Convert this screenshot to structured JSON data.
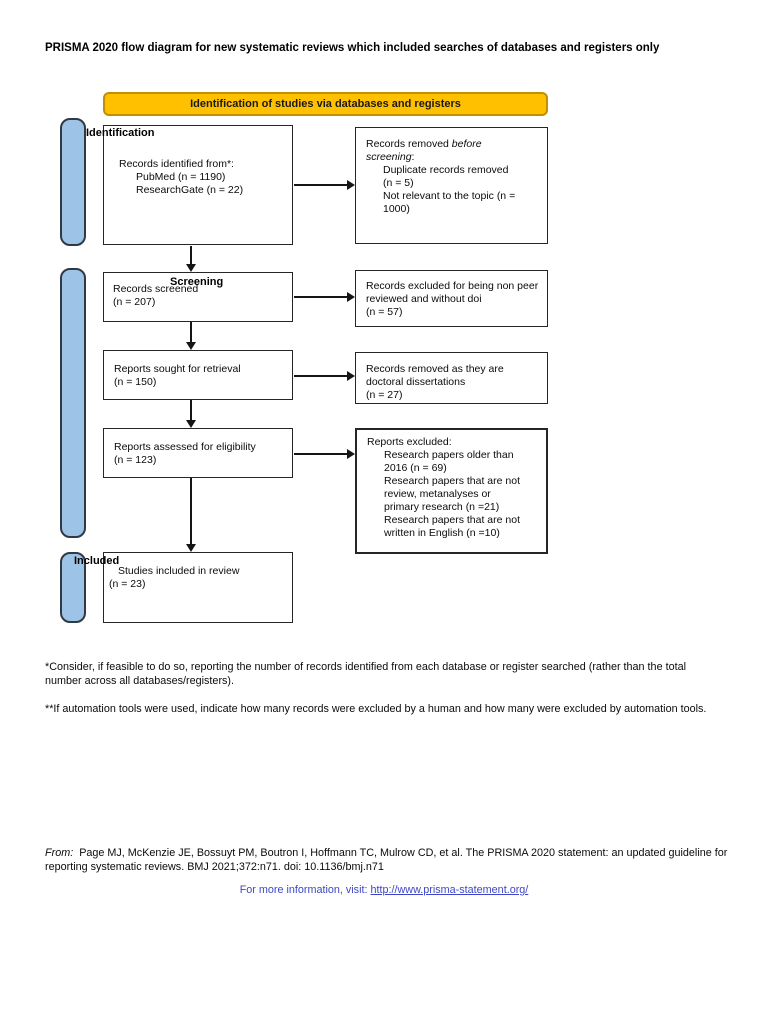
{
  "colors": {
    "banner_fill": "#FFC000",
    "banner_border": "#BF9000",
    "bar_fill": "#9DC3E6",
    "bar_border": "#2F3A45",
    "link_blue": "#3E46C8"
  },
  "title": "PRISMA 2020 flow diagram for new systematic reviews which included searches of databases and registers only",
  "banner": "Identification of studies via databases and registers",
  "stages": {
    "identification": "Identification",
    "screening": "Screening",
    "included": "Included"
  },
  "flow": {
    "identified": {
      "head": "Records identified from*:",
      "items": [
        "PubMed (n = 1190)",
        "ResearchGate (n = 22)"
      ]
    },
    "screened": "Records screened\n(n = 207)",
    "sought": "Reports sought for retrieval\n(n = 150)",
    "assessed": "Reports assessed for eligibility\n(n = 123)",
    "included": "Studies included in review\n(n = 23)"
  },
  "exclusions": {
    "removed_before": {
      "prefix": "Records removed ",
      "italic": "before\nscreening",
      "suffix": ":",
      "items": [
        "Duplicate records removed\n(n = 5)",
        "Not relevant to the topic (n =\n1000)"
      ]
    },
    "excluded_screening": "Records excluded for being non peer reviewed and without doi\n(n = 57)",
    "not_retrieved": "Records removed as they are doctoral dissertations\n(n = 27)",
    "excluded_eligibility": {
      "head": "Reports excluded:",
      "items": [
        "Research papers older than\n2016 (n = 69)",
        "Research papers that are not\nreview, metanalyses or\nprimary research (n =21)",
        "Research papers that are not\nwritten in English (n =10)"
      ]
    }
  },
  "footnotes": {
    "first": "*Consider, if feasible to do so, reporting the number of records identified from each database or register searched (rather than the total number across all databases/registers).",
    "second": "**If automation tools were used, indicate how many records were excluded by a human and how many were excluded by automation tools."
  },
  "citation": {
    "from_label": "From:",
    "text": "  Page MJ, McKenzie JE, Bossuyt PM, Boutron I, Hoffmann TC, Mulrow CD, et al. The PRISMA 2020 statement: an updated guideline for reporting systematic reviews. BMJ 2021;372:n71. doi: 10.1136/bmj.n71",
    "info_prefix": "For more information, visit: ",
    "link": "http://www.prisma-statement.org/"
  }
}
